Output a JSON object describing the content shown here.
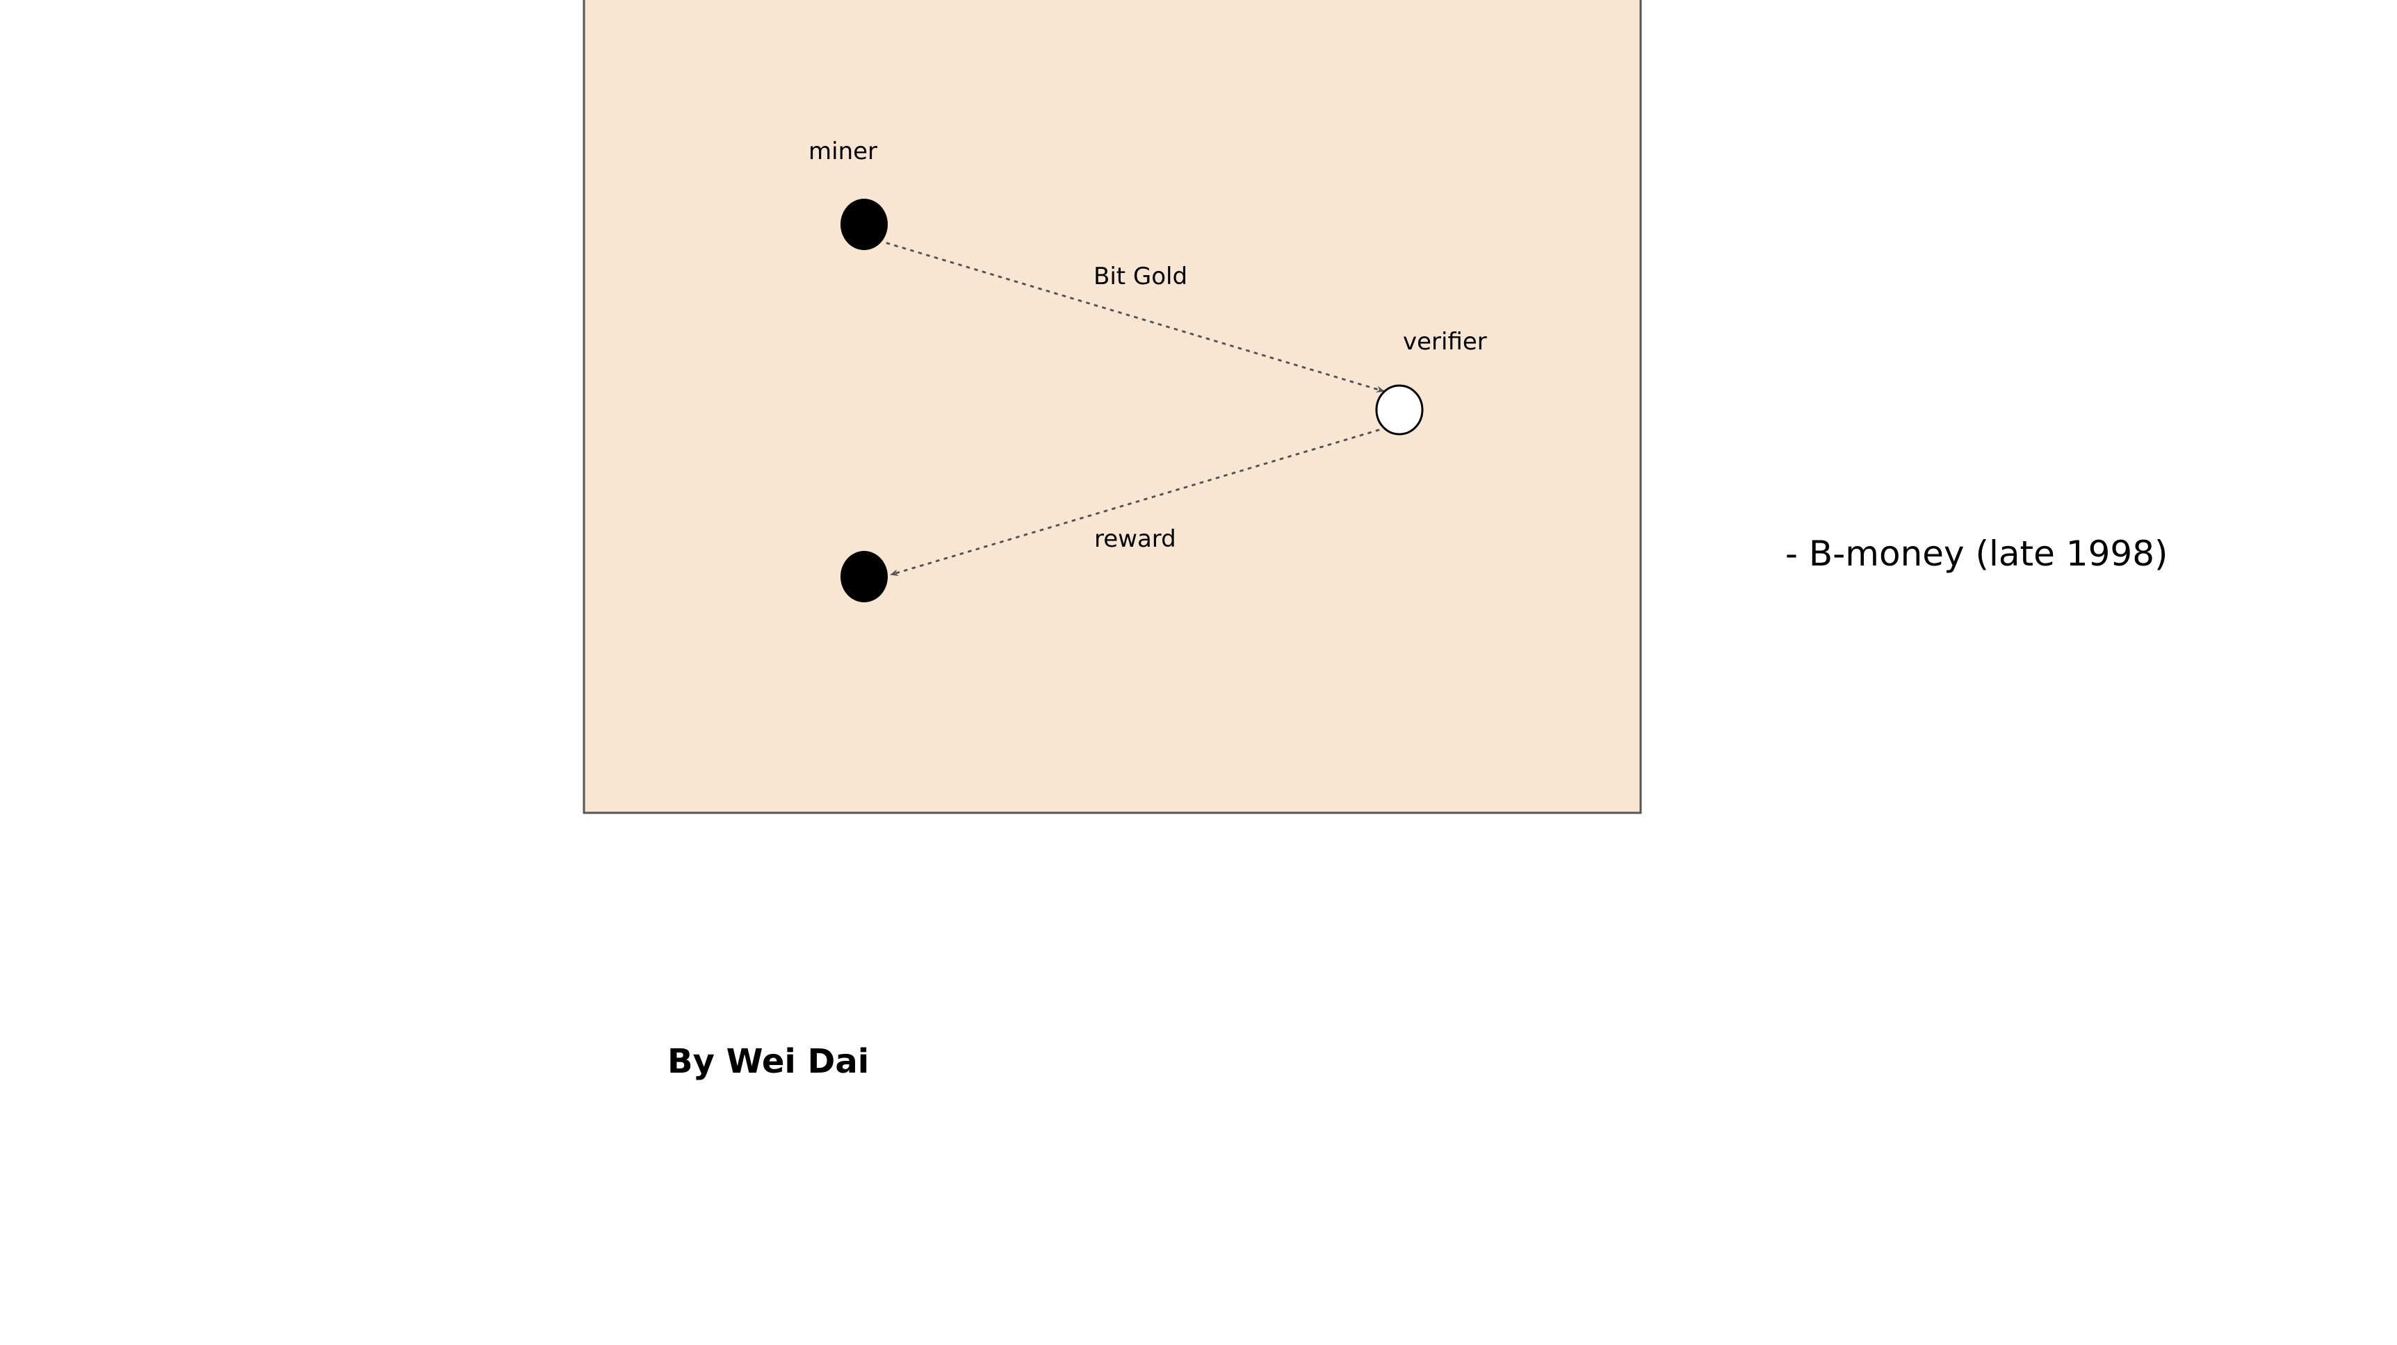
{
  "diagram": {
    "nodes": {
      "miner": {
        "label": "miner",
        "fill": "filled"
      },
      "verifier": {
        "label": "verifier",
        "fill": "hollow"
      },
      "recipient": {
        "label": "",
        "fill": "filled"
      }
    },
    "edges": [
      {
        "from": "miner",
        "to": "verifier",
        "label": "Bit Gold",
        "style": "dotted"
      },
      {
        "from": "verifier",
        "to": "recipient",
        "label": "reward",
        "style": "dotted"
      }
    ],
    "colors": {
      "panel_fill": "#f8e6d3",
      "panel_stroke": "#555555",
      "edge": "#555555",
      "node_filled": "#000000",
      "node_hollow": "#ffffff"
    }
  },
  "side_note": "- B-money (late 1998)",
  "author": "By Wei Dai"
}
